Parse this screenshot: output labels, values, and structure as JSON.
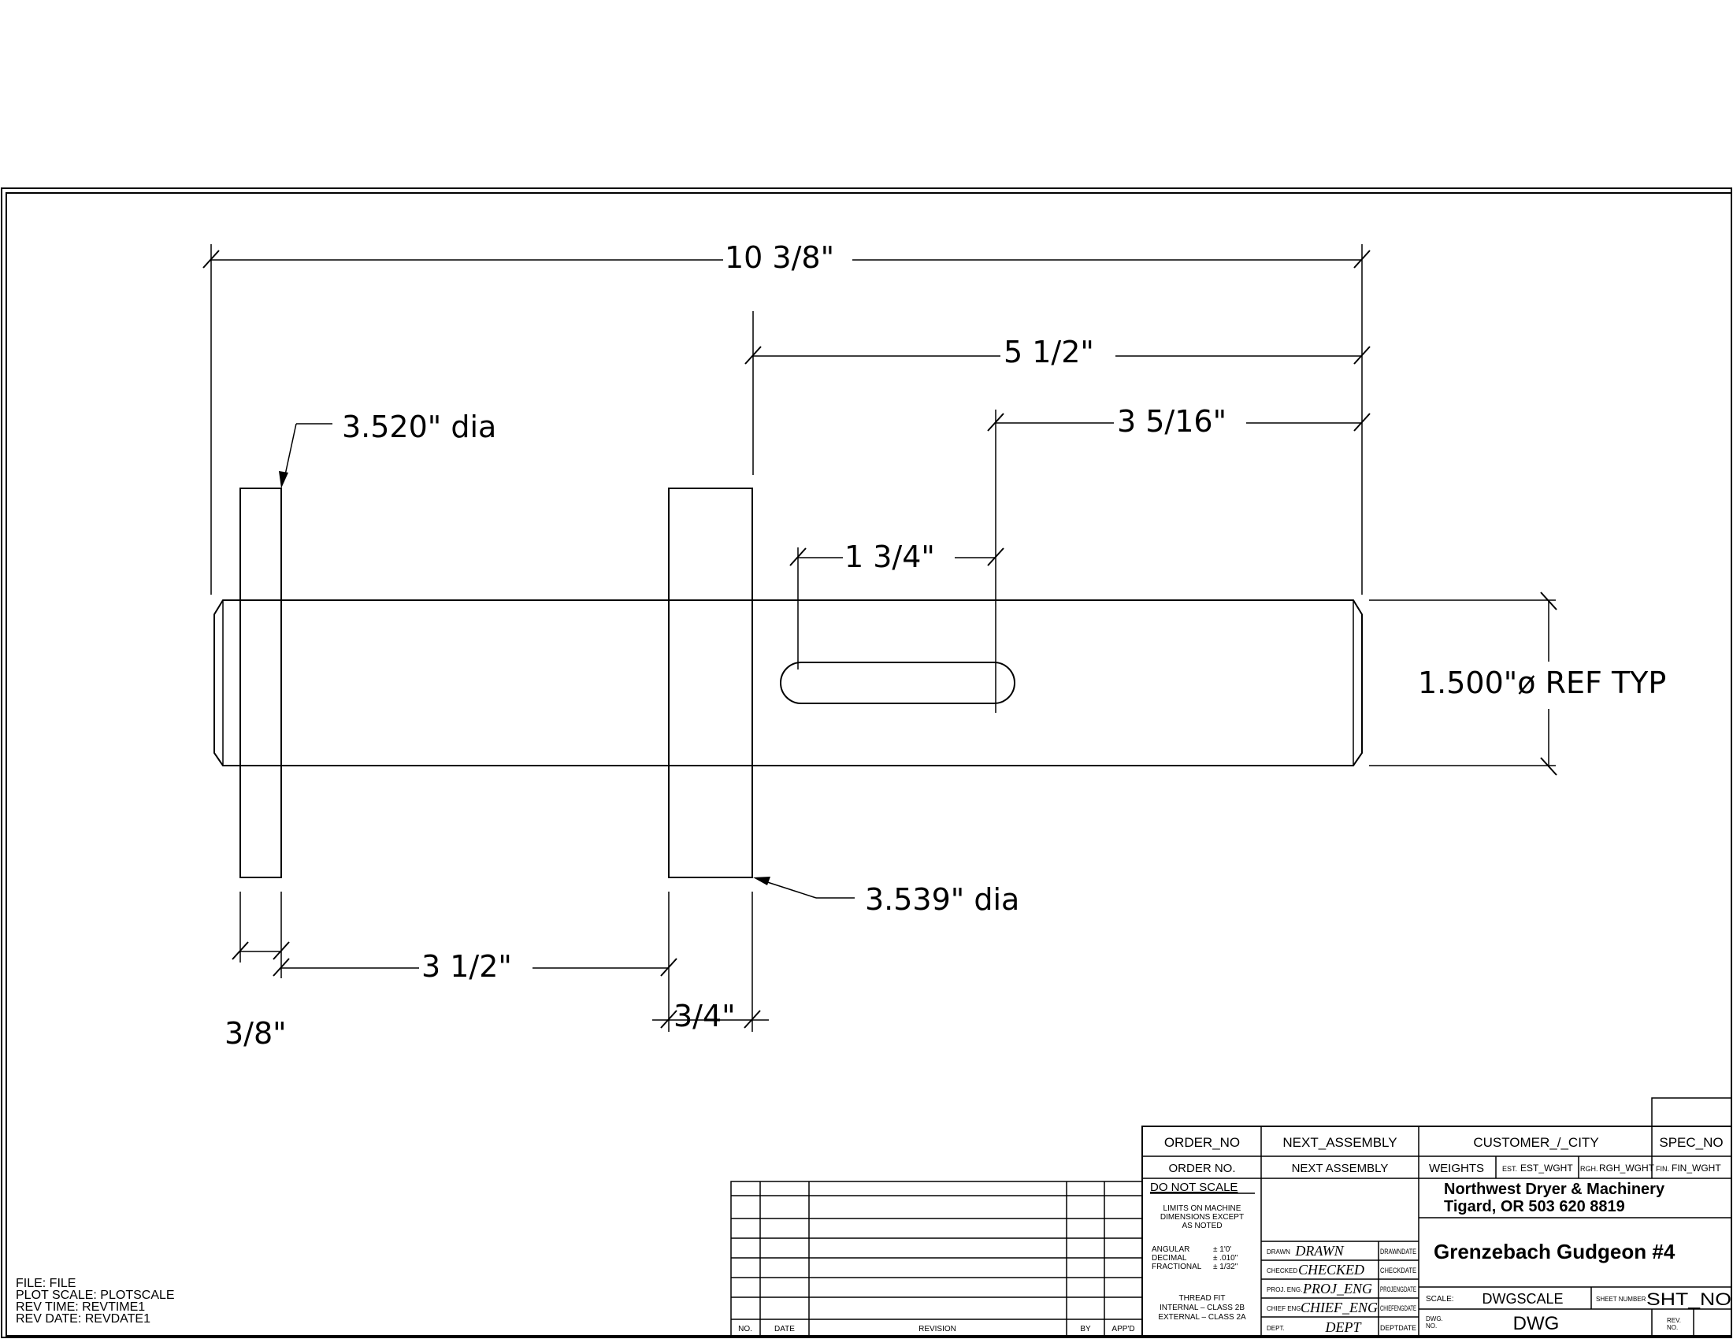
{
  "drawing": {
    "dimensions": {
      "overall_length": "10 3/8\"",
      "to_second_collar": "5 1/2\"",
      "to_keyway": "3 5/16\"",
      "keyway_length": "1 3/4\"",
      "shaft_diameter": "1.500\"ø REF TYP",
      "first_collar_dia": "3.520\" dia",
      "second_collar_dia": "3.539\" dia",
      "collar_spacing": "3 1/2\"",
      "first_collar_width": "3/8\"",
      "second_collar_width": "3/4\""
    }
  },
  "plot_info": {
    "file": "FILE: FILE",
    "plot_scale": "PLOT SCALE: PLOTSCALE",
    "rev_time": "REV TIME: REVTIME1",
    "rev_date": "REV DATE: REVDATE1"
  },
  "revision_table": {
    "headers": [
      "NO.",
      "DATE",
      "REVISION",
      "BY",
      "APP'D"
    ]
  },
  "title_block": {
    "order_no_value": "ORDER_NO",
    "order_no_label": "ORDER NO.",
    "next_assembly_value": "NEXT_ASSEMBLY",
    "next_assembly_label": "NEXT ASSEMBLY",
    "customer_city": "CUSTOMER_/_CITY",
    "spec_no": "SPEC_NO",
    "weights_label": "WEIGHTS",
    "est_label": "EST.",
    "est_value": "EST_WGHT",
    "rgh_label": "RGH.",
    "rgh_value": "RGH_WGHT",
    "fin_label": "FIN.",
    "fin_value": "FIN_WGHT",
    "do_not_scale": "DO NOT SCALE",
    "limits_line1": "LIMITS ON MACHINE",
    "limits_line2": "DIMENSIONS EXCEPT",
    "limits_line3": "AS NOTED",
    "angular": "ANGULAR",
    "angular_tol": "± 1'0'",
    "decimal": "DECIMAL",
    "decimal_tol": "± .010\"",
    "fractional": "FRACTIONAL",
    "fractional_tol": "± 1/32\"",
    "thread_fit": "THREAD FIT",
    "thread_internal": "INTERNAL – CLASS 2B",
    "thread_external": "EXTERNAL – CLASS 2A",
    "company_name": "Northwest Dryer & Machinery",
    "company_address": "Tigard, OR     503 620 8819",
    "drawing_title": "Grenzebach Gudgeon #4",
    "drawn_label": "DRAWN",
    "drawn_value": "DRAWN",
    "drawn_date": "DRAWNDATE",
    "checked_label": "CHECKED",
    "checked_value": "CHECKED",
    "checked_date": "CHECKDATE",
    "proj_eng_label": "PROJ. ENG.",
    "proj_eng_value": "PROJ_ENG",
    "proj_eng_date": "PROJENGDATE",
    "chief_eng_label": "CHIEF ENG.",
    "chief_eng_value": "CHIEF_ENG",
    "chief_eng_date": "CHIEFENGDATE",
    "dept_label": "DEPT.",
    "dept_value": "DEPT",
    "dept_date": "DEPTDATE",
    "scale_label": "SCALE:",
    "scale_value": "DWGSCALE",
    "sheet_label": "SHEET NUMBER",
    "sheet_value": "SHT_NO",
    "dwg_label_1": "DWG.",
    "dwg_label_2": "NO.",
    "dwg_value": "DWG",
    "rev_label_1": "REV.",
    "rev_label_2": "NO."
  }
}
